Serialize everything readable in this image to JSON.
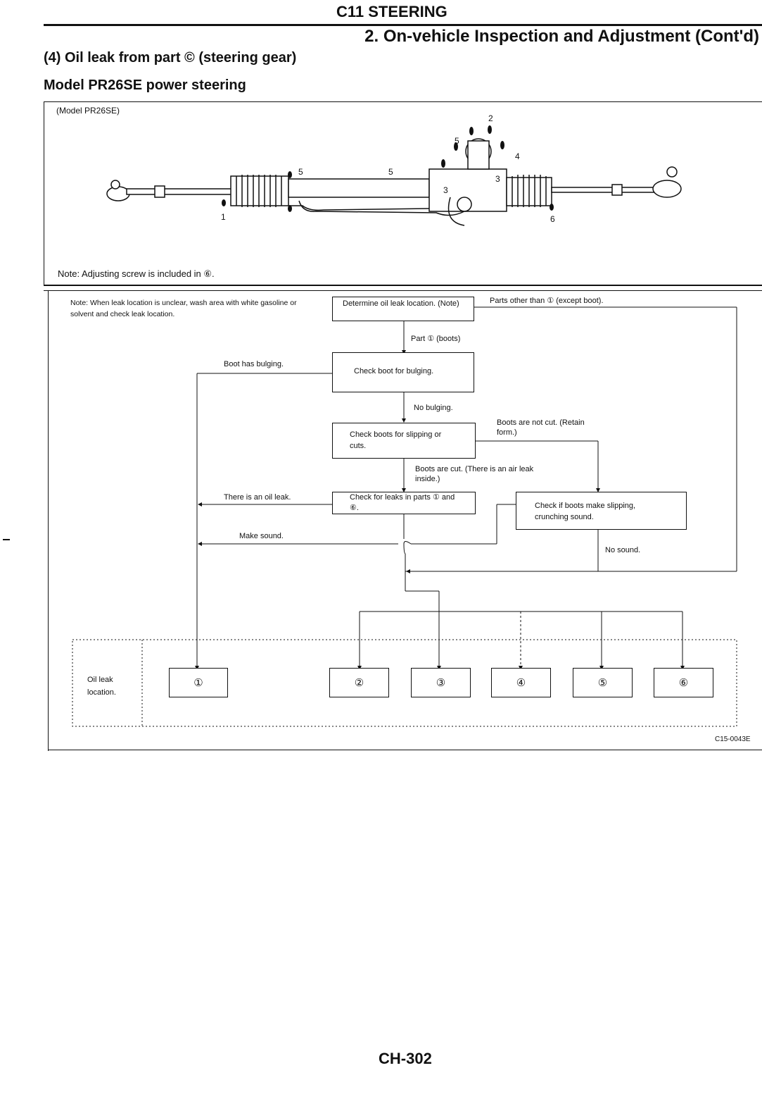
{
  "header": {
    "section": "C11 STEERING",
    "subsection": "2. On-vehicle Inspection and Adjustment (Cont'd)",
    "heading": "(4) Oil leak from part © (steering gear)",
    "subheading": "Model PR26SE power steering"
  },
  "illustration": {
    "caption": "(Model PR26SE)",
    "callouts": [
      "1",
      "2",
      "3",
      "3",
      "4",
      "5",
      "5",
      "5",
      "6"
    ],
    "note": "Note: Adjusting screw is included in ⑥."
  },
  "flowchart": {
    "note": "Note: When leak location is unclear, wash area with white gasoline or solvent and check leak location.",
    "step_determine": "Determine oil leak location. (Note)",
    "branch_other": "Parts other than ① (except boot).",
    "branch_boots": "Part ① (boots)",
    "step_bulging": "Check boot for bulging.",
    "branch_bulging": "Boot has bulging.",
    "branch_no_bulging": "No bulging.",
    "step_slipping": "Check boots for slipping or cuts.",
    "branch_not_cut": "Boots are not cut. (Retain form.)",
    "branch_cut": "Boots are cut. (There is an air leak inside.)",
    "step_leaks": "Check for leaks in parts ① and ⑥.",
    "branch_oil_leak": "There is an oil leak.",
    "step_sound": "Check if boots make slipping, crunching sound.",
    "branch_make_sound": "Make sound.",
    "branch_no_sound": "No sound.",
    "leak_location_label": "Oil leak location.",
    "locations": [
      "①",
      "②",
      "③",
      "④",
      "⑤",
      "⑥"
    ],
    "figure_code": "C15-0043E"
  },
  "footer": {
    "page": "CH-302"
  }
}
